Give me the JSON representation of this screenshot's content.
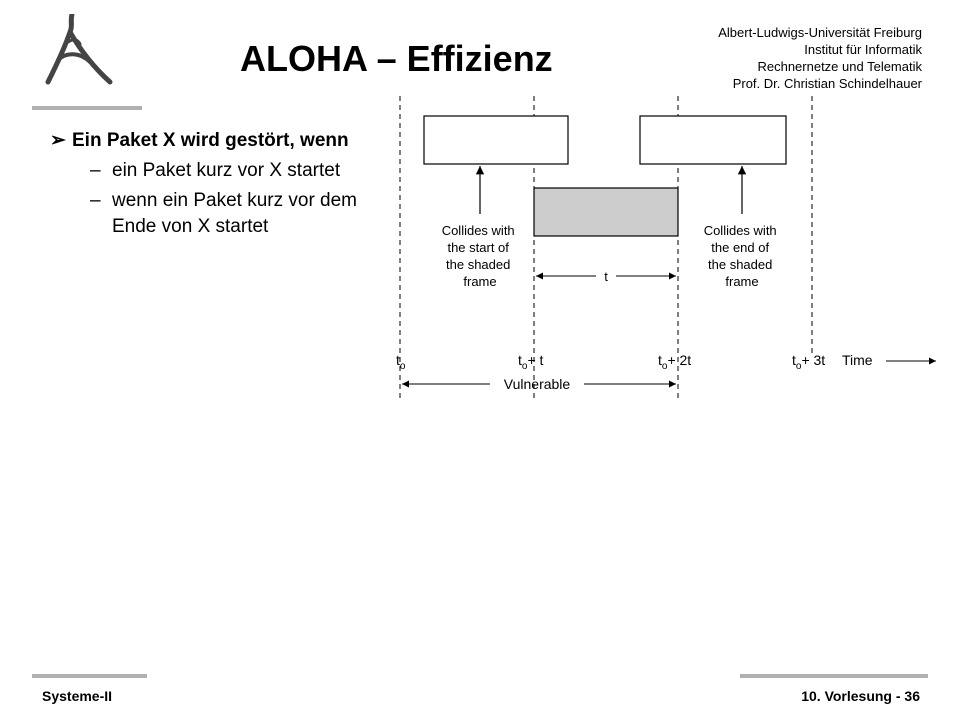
{
  "header": {
    "title": "ALOHA – Effizienz",
    "institution_lines": [
      "Albert-Ludwigs-Universität Freiburg",
      "Institut für Informatik",
      "Rechnernetze und Telematik",
      "Prof. Dr. Christian Schindelhauer"
    ]
  },
  "bullets": {
    "main_marker": "➢",
    "main_text": "Ein Paket X wird gestört, wenn",
    "sub_marker": "–",
    "sub_items": [
      "ein Paket kurz vor X startet",
      "wenn ein Paket kurz vor dem Ende von X startet"
    ]
  },
  "diagram": {
    "left_label": [
      "Collides with",
      "the start of",
      "the shaded",
      "frame"
    ],
    "right_label": [
      "Collides with",
      "the end of",
      "the shaded",
      "frame"
    ],
    "interval_label": "t",
    "time_labels": {
      "t0": {
        "base": "t",
        "sub": "o",
        "suffix": ""
      },
      "t1": {
        "base": "t",
        "sub": "o",
        "suffix": "+ t"
      },
      "t2": {
        "base": "t",
        "sub": "o",
        "suffix": "+ 2t"
      },
      "t3": {
        "base": "t",
        "sub": "o",
        "suffix": "+ 3t"
      }
    },
    "time_axis_label": "Time",
    "vulnerable_label": "Vulnerable",
    "colors": {
      "shaded_frame": "#cccccc",
      "stroke": "#000000"
    }
  },
  "footer": {
    "left": "Systeme-II",
    "right": "10. Vorlesung  - 36"
  }
}
